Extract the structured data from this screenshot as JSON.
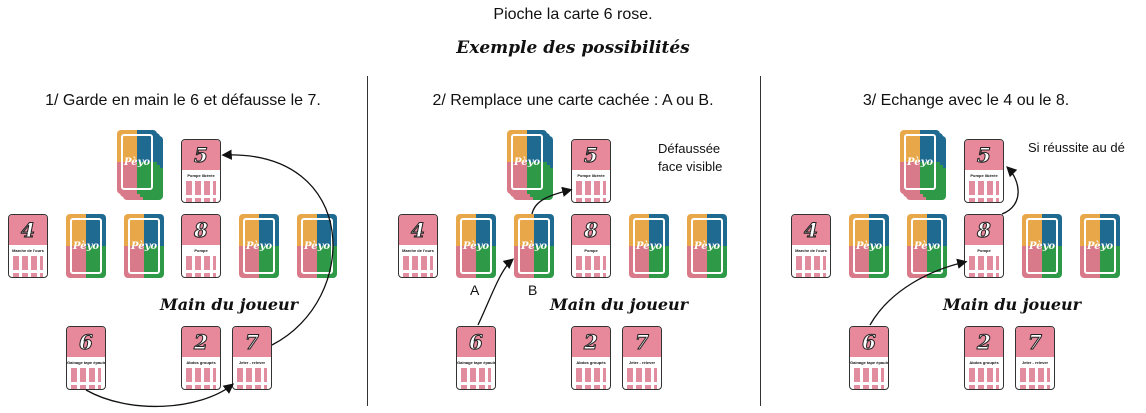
{
  "title": "Pioche la carte 6 rose.",
  "subtitle": "Exemple des possibilités",
  "deck_label": "Pèyo",
  "hand_label": "Main du joueur",
  "panels": [
    {
      "heading": "1/ Garde en main le 6 et défausse le 7.",
      "note": "",
      "labels": []
    },
    {
      "heading": "2/ Remplace une carte cachée : A ou B.",
      "note": "Défaussée face visible",
      "labels": [
        "A",
        "B"
      ]
    },
    {
      "heading": "3/ Echange avec le 4 ou le 8.",
      "note": "Si réussite au dé",
      "labels": []
    }
  ],
  "cards": {
    "discard": {
      "number": "5",
      "label": "Pompe libérée"
    },
    "row": [
      {
        "number": "4",
        "label": "Marche de l'ours"
      },
      {
        "back": true
      },
      {
        "back": true
      },
      {
        "number": "8",
        "label": "Pompe"
      },
      {
        "back": true
      },
      {
        "back": true
      }
    ],
    "drawn": {
      "number": "6",
      "label": "Gainage tape épaule"
    },
    "hand": [
      {
        "number": "2",
        "label": "Abdos groupés"
      },
      {
        "number": "7",
        "label": "Jeter - relever"
      }
    ]
  },
  "colors": {
    "pink": "#e8899b",
    "orange": "#e8a84a",
    "blue": "#1f6a90",
    "green": "#2e9a48"
  }
}
